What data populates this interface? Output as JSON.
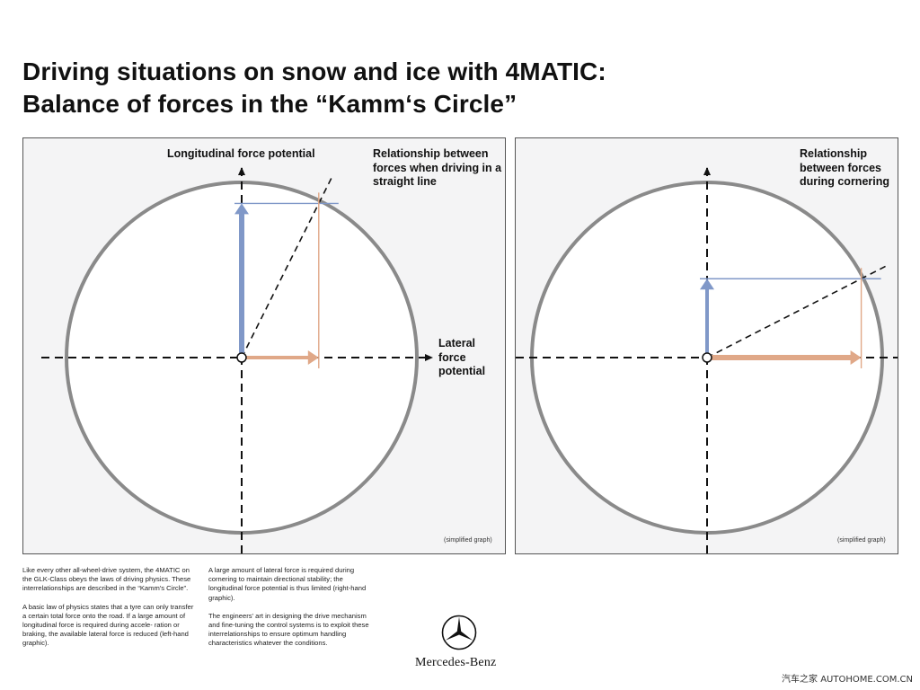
{
  "title": {
    "line1": "Driving situations on snow and ice with 4MATIC:",
    "line2": "Balance of forces in the “Kamm‘s Circle”"
  },
  "left_panel": {
    "label_longitudinal": "Longitudinal force potential",
    "label_relationship": "Relationship between forces when driving in a straight line",
    "label_lateral": "Lateral force potential",
    "note": "(simplified graph)",
    "longitudinal_fraction": 0.88,
    "lateral_fraction": 0.44,
    "colors": {
      "longitudinal": "#8098c8",
      "lateral": "#e0a888"
    }
  },
  "right_panel": {
    "label_relationship": "Relationship between forces during cornering",
    "note": "(simplified graph)",
    "longitudinal_fraction": 0.45,
    "lateral_fraction": 0.88,
    "colors": {
      "longitudinal": "#8098c8",
      "lateral": "#e0a888"
    }
  },
  "body": {
    "col1_p1": "Like every other all-wheel-drive system, the 4MATIC on the GLK-Class obeys the laws of driving physics. These interrelationships are described in the “Kamm's Circle”.",
    "col1_p2": "A basic law of physics states that a tyre can only transfer a certain total force onto the road. If a large amount of longitudinal force is required during accele- ration or braking, the available lateral force is reduced (left-hand graphic).",
    "col2_p1": "A large amount of lateral force is required during cornering to maintain directional stability; the longitudinal force potential is thus limited (right-hand graphic).",
    "col2_p2": "The engineers' art in designing the drive mechanism and fine-tuning the control systems is to exploit these interrelationships to ensure optimum handling characteristics whatever the conditions."
  },
  "brand": "Mercedes-Benz",
  "footer": "汽车之家 AUTOHOME.COM.CN"
}
